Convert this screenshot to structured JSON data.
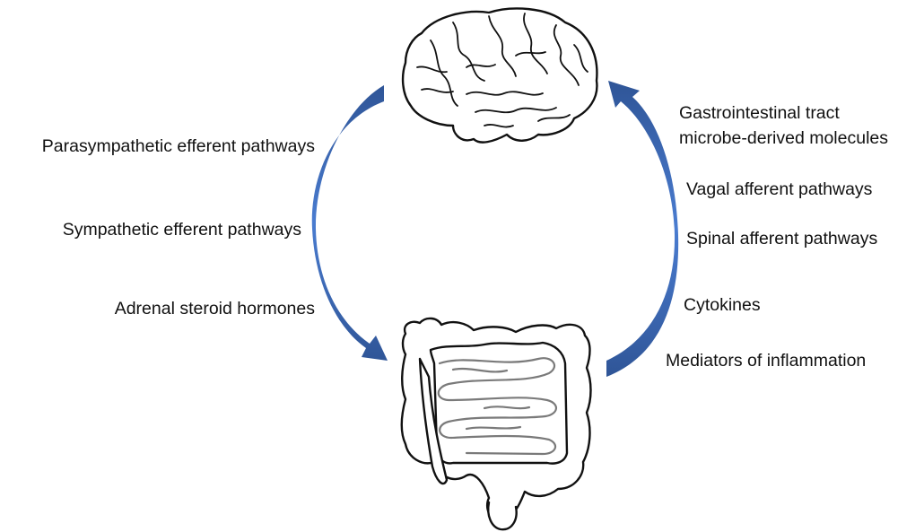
{
  "diagram": {
    "left_labels": [
      "Parasympathetic efferent pathways",
      "Sympathetic efferent pathways",
      "Adrenal steroid hormones"
    ],
    "right_labels": [
      "Gastrointestinal tract",
      "microbe-derived molecules",
      "Vagal afferent pathways",
      "Spinal afferent pathways",
      "Cytokines",
      "Mediators of inflammation"
    ],
    "arrow_color": "#3f6fbf",
    "arrow_dark": "#2f5597",
    "icons": {
      "top": "brain-icon",
      "bottom": "intestines-icon"
    }
  }
}
